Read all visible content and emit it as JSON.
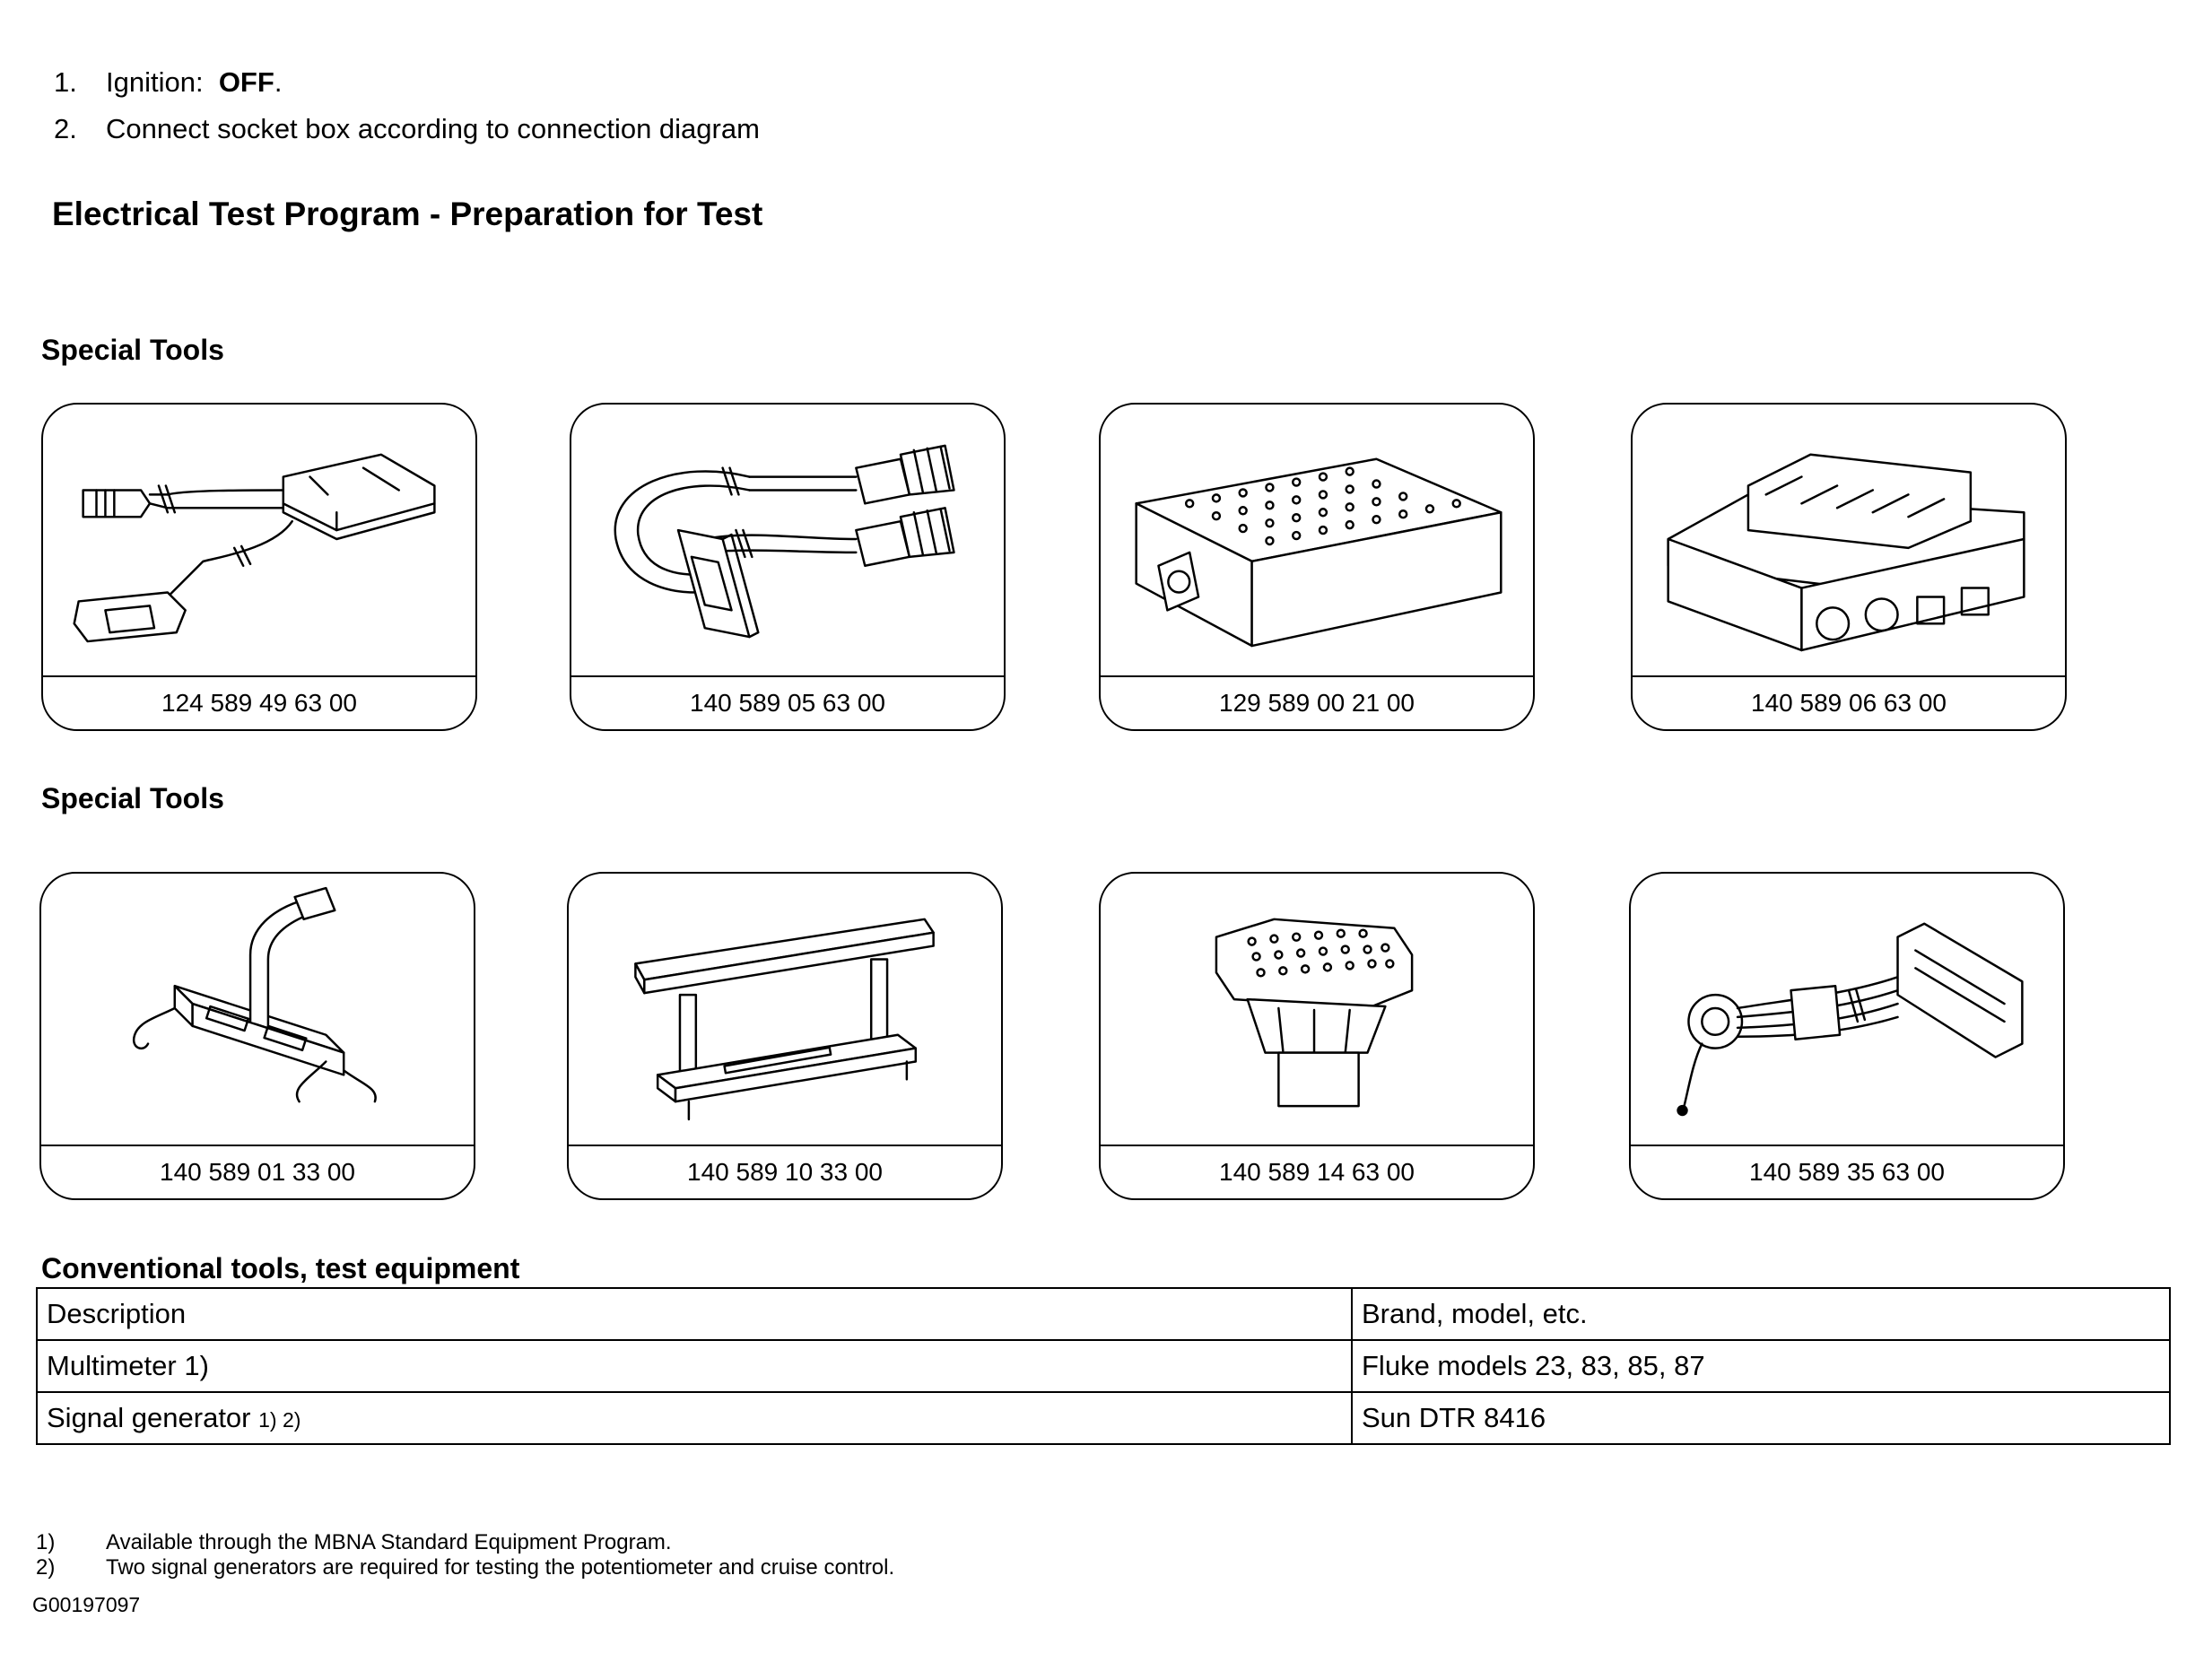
{
  "steps": [
    {
      "num": "1.",
      "label": "Ignition:",
      "value": "OFF",
      "suffix": "."
    },
    {
      "num": "2.",
      "text": "Connect socket box according to connection diagram"
    }
  ],
  "heading": "Electrical Test Program - Preparation for Test",
  "section1_title": "Special Tools",
  "section2_title": "Special Tools",
  "tools_row1": [
    "124 589 49 63 00",
    "140 589 05 63 00",
    "129 589 00 21 00",
    "140 589 06 63 00"
  ],
  "tools_row2": [
    "140 589 01 33 00",
    "140 589 10 33 00",
    "140 589 14 63 00",
    "140 589 35 63 00"
  ],
  "equipment": {
    "title": "Conventional tools, test equipment",
    "header": [
      "Description",
      "Brand, model, etc."
    ],
    "rows": [
      {
        "description": "Multimeter",
        "footnote": "1)",
        "brand": "Fluke models 23, 83, 85, 87"
      },
      {
        "description": "Signal generator",
        "footnote": "1) 2)",
        "brand": "Sun DTR 8416"
      }
    ]
  },
  "footnotes": [
    {
      "mark": "1)",
      "text": "Available through the MBNA Standard Equipment Program."
    },
    {
      "mark": "2)",
      "text": "Two signal generators are required for testing the potentiometer and cruise control."
    }
  ],
  "doc_code": "G00197097"
}
